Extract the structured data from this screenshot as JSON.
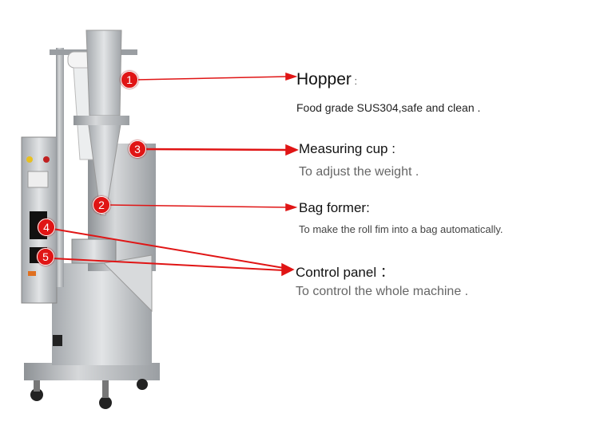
{
  "parts": [
    {
      "number": "1",
      "title": "Hopper",
      "colon": " :",
      "description": "Food grade SUS304,safe and clean ."
    },
    {
      "number": "3",
      "title": "Measuring cup",
      "colon": " :",
      "description": "To adjust the weight ."
    },
    {
      "number": "2",
      "title": "Bag former",
      "colon": ":",
      "description": "To make the roll fim into a bag automatically."
    },
    {
      "number": "4",
      "title": "Control panel",
      "colon": " ：",
      "description": "To control  the whole machine ."
    },
    {
      "number": "5"
    }
  ],
  "colors": {
    "accent": "#e01515",
    "steel": "#b9bcc0"
  }
}
